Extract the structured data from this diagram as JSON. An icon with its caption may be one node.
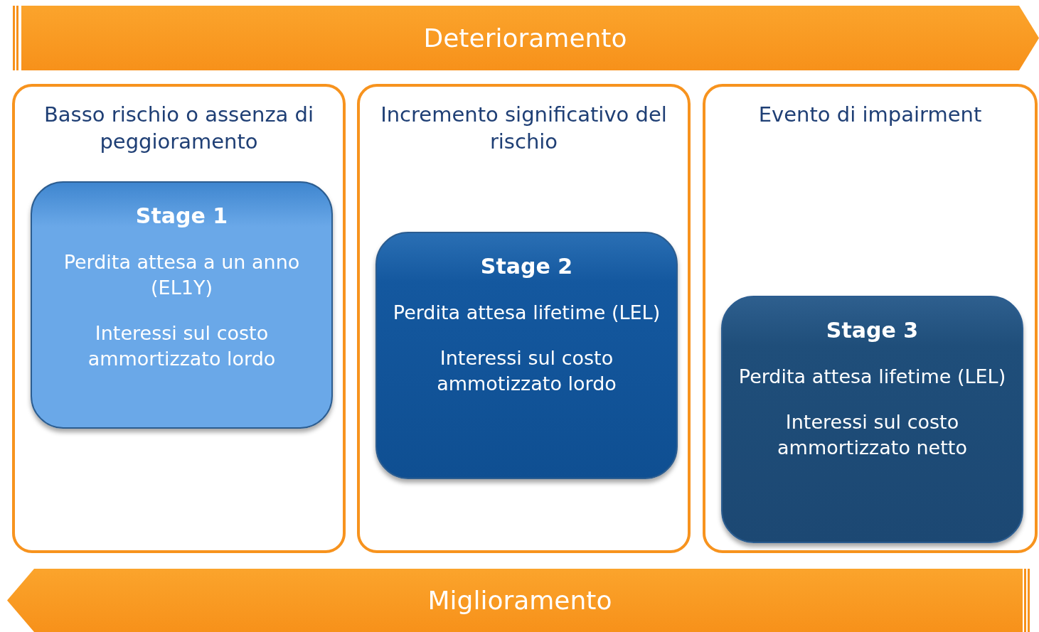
{
  "diagram": {
    "nodes": [
      {
        "text": [
          "Deterioramento"
        ]
      },
      {
        "text": [
          "Basso rischio o assenza di peggioramento"
        ]
      },
      {
        "text": [
          "Incremento significativo del rischio"
        ]
      },
      {
        "text": [
          "Evento di impairment"
        ]
      },
      {
        "text": [
          "Stage 1",
          "Perdita attesa a un anno (EL1Y)",
          "Interessi sul costo ammortizzato lordo"
        ],
        "in": 1
      },
      {
        "text": [
          "Stage 2",
          "Perdita attesa lifetime (LEL)",
          "Interessi sul costo ammotizzato lordo"
        ],
        "in": 2
      },
      {
        "text": [
          "Stage 3",
          "Perdita attesa lifetime (LEL)",
          "Interessi sul costo ammortizzato netto"
        ],
        "in": 3
      },
      {
        "text": [
          "Miglioramento"
        ]
      }
    ]
  }
}
